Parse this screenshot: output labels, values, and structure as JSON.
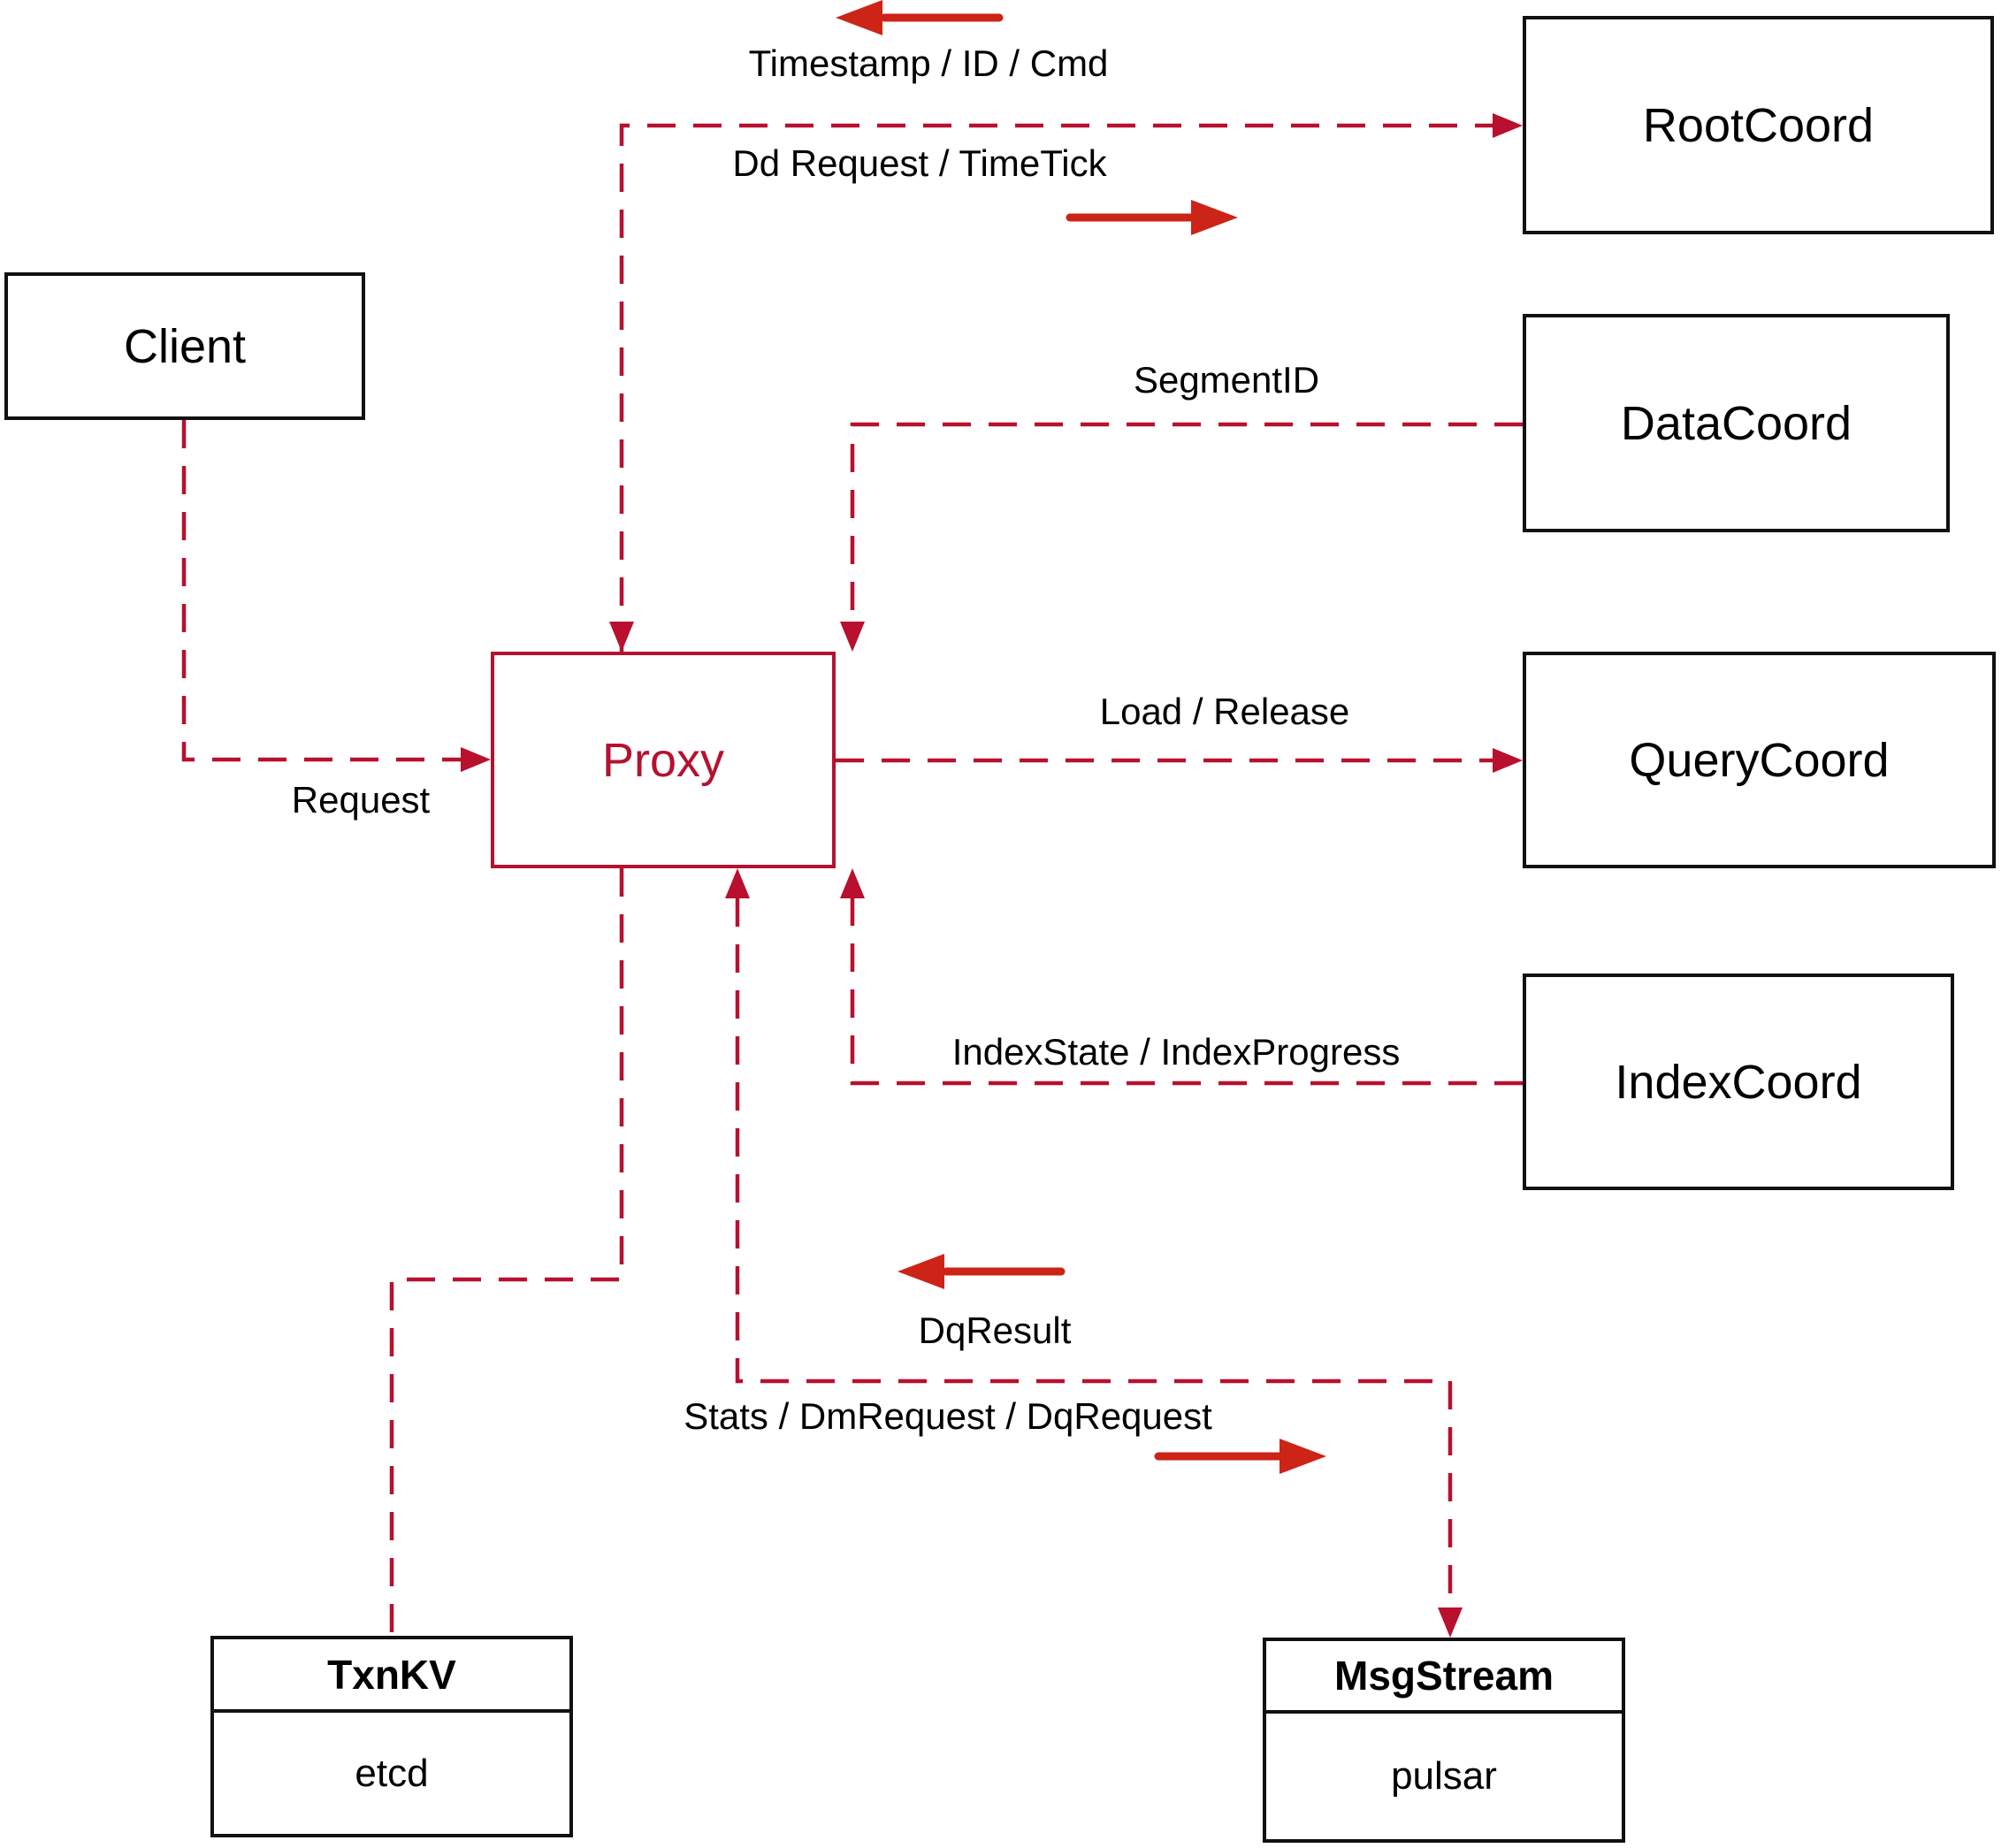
{
  "diagram": {
    "nodes": {
      "client": {
        "label": "Client"
      },
      "proxy": {
        "label": "Proxy"
      },
      "root_coord": {
        "label": "RootCoord"
      },
      "data_coord": {
        "label": "DataCoord"
      },
      "query_coord": {
        "label": "QueryCoord"
      },
      "index_coord": {
        "label": "IndexCoord"
      },
      "txn_kv": {
        "title": "TxnKV",
        "subtitle": "etcd"
      },
      "msg_stream": {
        "title": "MsgStream",
        "subtitle": "pulsar"
      }
    },
    "edge_labels": {
      "root_up": "Timestamp / ID / Cmd",
      "root_down": "Dd Request / TimeTick",
      "segment": "SegmentID",
      "query": "Load / Release",
      "index": "IndexState / IndexProgress",
      "request": "Request",
      "dq_result": "DqResult",
      "stats": "Stats / DmRequest / DqRequest"
    },
    "colors": {
      "dashed_red": "#b8102e",
      "arrow_red": "#cc2416",
      "proxy_red": "#b5122f",
      "box_border": "#111111",
      "label_text": "#000000",
      "background": "#ffffff"
    }
  }
}
